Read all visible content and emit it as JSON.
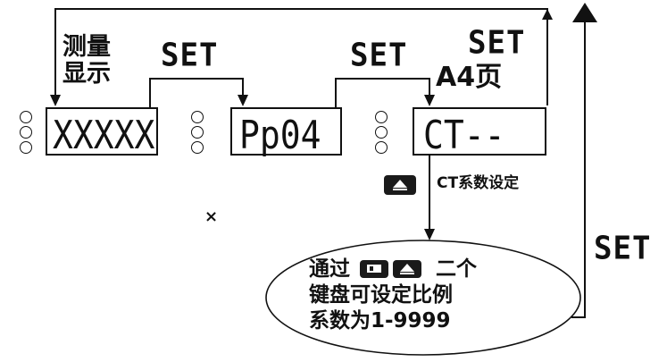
{
  "labels": {
    "measure_line1": "测量",
    "measure_line2": "显示",
    "set_1": "SET",
    "set_2": "SET",
    "set_3": "SET",
    "set_right": "SET",
    "page_label": "A4页",
    "ct_label": "CT系数设定",
    "note_line1_a": "通过",
    "note_line1_b": "二个",
    "note_line2": "键盘可设定比例",
    "note_line3": "系数为1-9999"
  },
  "displays": {
    "measure": "XXXXX",
    "pp04": "Pp04",
    "ct": "CT--"
  },
  "icons": {
    "marker": "×",
    "up_key": "up-key-icon",
    "left_key": "left-shift-key-icon"
  }
}
